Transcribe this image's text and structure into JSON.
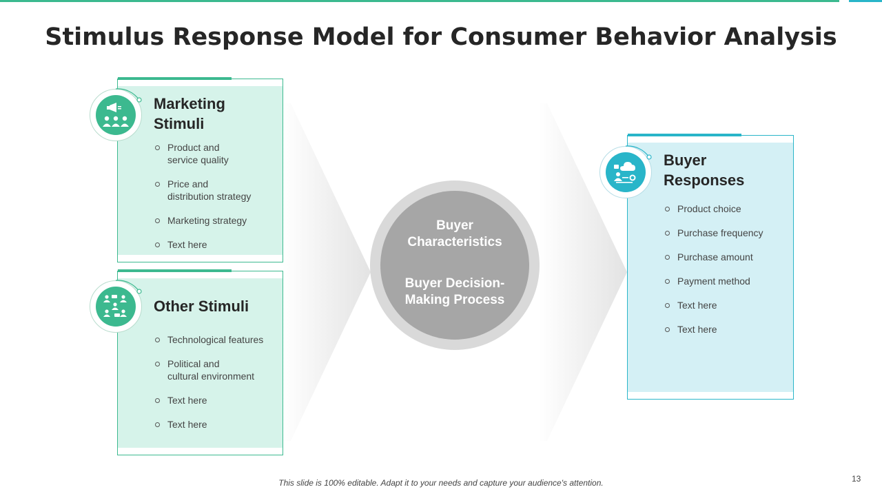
{
  "title": "Stimulus Response Model for Consumer Behavior Analysis",
  "cards": {
    "marketing": {
      "title": "Marketing\nStimuli",
      "icon": "megaphone-people-icon",
      "bullets": [
        "Product and\nservice quality",
        "Price and\ndistribution strategy",
        "Marketing strategy",
        "Text here"
      ]
    },
    "other": {
      "title": "Other Stimuli",
      "icon": "network-people-icon",
      "bullets": [
        "Technological features",
        "Political and\ncultural environment",
        "Text here",
        "Text here"
      ]
    },
    "responses": {
      "title": "Buyer\nResponses",
      "icon": "cloud-user-icon",
      "bullets": [
        "Product choice",
        "Purchase frequency",
        "Purchase amount",
        "Payment method",
        "Text here",
        "Text here"
      ]
    }
  },
  "center": {
    "line1": "Buyer\nCharacteristics",
    "line2": "Buyer Decision-\nMaking Process"
  },
  "colors": {
    "green": "#3cb98f",
    "blue": "#29b5c9",
    "gray": "#a6a6a6"
  },
  "footer": "This slide is 100% editable. Adapt it to your needs and capture your audience's attention.",
  "page_number": "13"
}
